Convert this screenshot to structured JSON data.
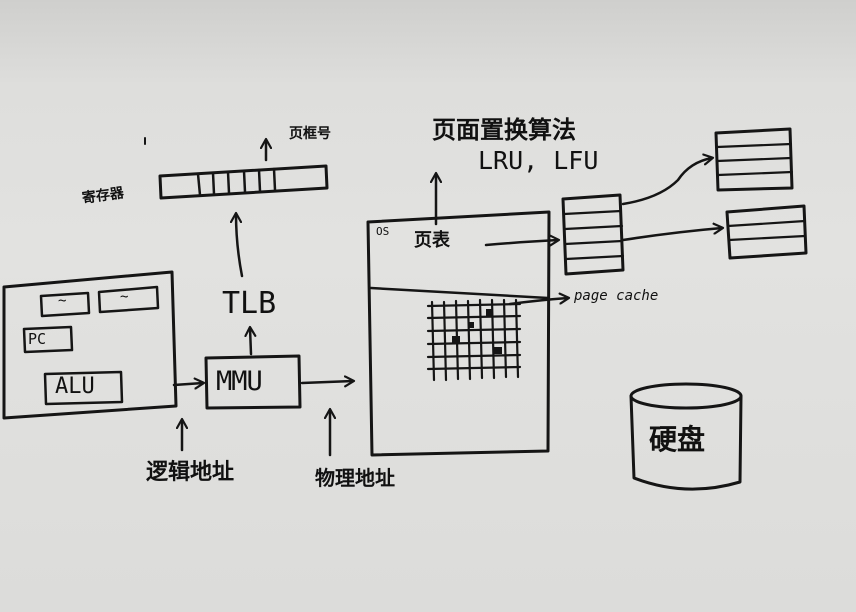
{
  "labels": {
    "register": "寄存器",
    "page_frame_number": "页框号",
    "tlb": "TLB",
    "mmu": "MMU",
    "pc": "PC",
    "alu": "ALU",
    "logical_address": "逻辑地址",
    "physical_address": "物理地址",
    "os": "OS",
    "page_table": "页表",
    "replacement_algorithm": "页面置换算法",
    "algorithms": "LRU, LFU",
    "page_cache": "page cache",
    "disk": "硬盘",
    "register_small_1": "~",
    "register_small_2": "~"
  }
}
